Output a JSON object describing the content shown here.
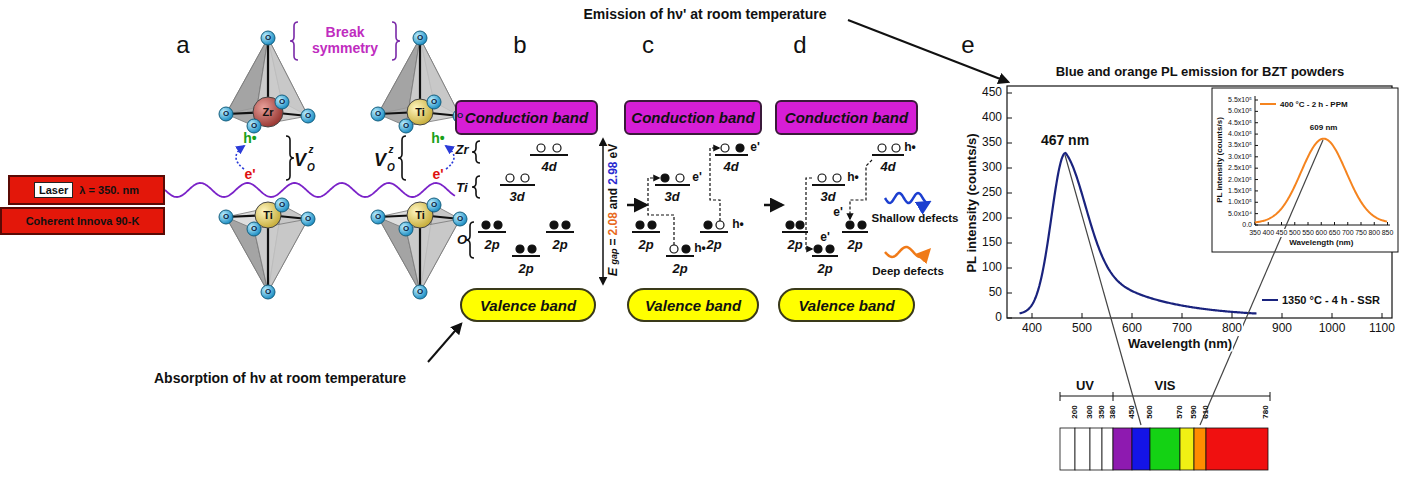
{
  "diagram": {
    "nodes": [
      {
        "text": [
          "Laser",
          "λ = 350. nm"
        ]
      },
      {
        "text": [
          "Coherent Innova 90-K"
        ]
      },
      {
        "text": [
          "Conduction band"
        ]
      },
      {
        "text": [
          "Conduction band"
        ]
      },
      {
        "text": [
          "Conduction band"
        ]
      },
      {
        "text": [
          "Valence band"
        ]
      },
      {
        "text": [
          "Valence band"
        ]
      },
      {
        "text": [
          "Valence band"
        ]
      }
    ],
    "labels": [
      "a",
      "b",
      "c",
      "d",
      "e",
      "Break symmetry",
      "Zr",
      "Ti",
      "Ti",
      "Ti",
      "O",
      "O",
      "O",
      "O",
      "O",
      "O",
      "O",
      "O",
      "O",
      "O",
      "O",
      "O",
      "O",
      "O",
      "O",
      "O",
      "O",
      "O",
      "O",
      "O",
      "V",
      "O",
      "z",
      "V",
      "O",
      "z",
      "h•",
      "e'",
      "h•",
      "e'",
      "Zr",
      "4d",
      "Ti",
      "3d",
      "O",
      "2p",
      "2p",
      "2p",
      "E",
      "gap",
      "=",
      "2.08",
      "and",
      "2.98",
      "eV",
      "3d",
      "4d",
      "2p",
      "2p",
      "2p",
      "e'",
      "e'",
      "h•",
      "h•",
      "3d",
      "4d",
      "2p",
      "2p",
      "2p",
      "h•",
      "h•",
      "e'",
      "e'",
      "Shallow defects",
      "Deep defects",
      "Absorption of hν at room temperature",
      "Emission of hν' at room temperature",
      "Blue and orange PL emission for BZT powders",
      "PL intensity (counts/s)",
      "Wavelength (nm)",
      "467 nm",
      "0",
      "50",
      "100",
      "150",
      "200",
      "250",
      "300",
      "350",
      "400",
      "450",
      "400",
      "500",
      "600",
      "700",
      "800",
      "900",
      "1000",
      "1100",
      "609 nm",
      "PL intensity (counts/s)",
      "Wavelength (nm)",
      "0.0",
      "5.0x10⁴",
      "1.0x10⁵",
      "1.5x10⁵",
      "2.0x10⁵",
      "2.5x10⁵",
      "3.0x10⁵",
      "3.5x10⁵",
      "4.0x10⁵",
      "4.5x10⁵",
      "5.0x10⁵",
      "5.5x10⁵",
      "350",
      "400",
      "450",
      "500",
      "550",
      "600",
      "650",
      "700",
      "750",
      "800",
      "850",
      "UV",
      "VIS",
      "200",
      "300",
      "350",
      "380",
      "450",
      "500",
      "570",
      "590",
      "610",
      "780"
    ],
    "legend": [
      {
        "text": "1350 °C - 4 h - SSR"
      },
      {
        "text": "400 °C - 2 h - PPM"
      }
    ]
  }
}
